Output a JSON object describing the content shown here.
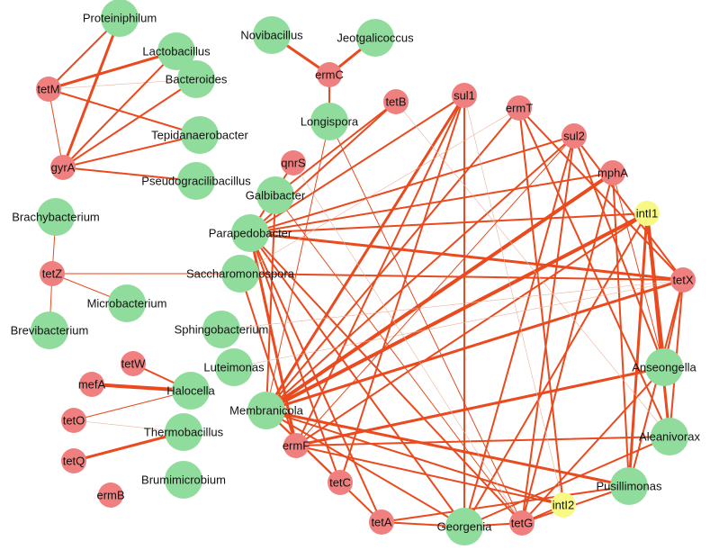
{
  "colors": {
    "arg_gene": "#f08080",
    "genus": "#90dc9c",
    "integron": "#f8f884",
    "edge_strong": "#ea4a1e",
    "edge_weak": "#e8b4a0"
  },
  "nodes": [
    {
      "id": "proteiniphilum",
      "label": "Proteiniphilum",
      "kind": "genus"
    },
    {
      "id": "lactobacillus",
      "label": "Lactobacillus",
      "kind": "genus"
    },
    {
      "id": "bacteroides",
      "label": "Bacteroides",
      "kind": "genus"
    },
    {
      "id": "tetm",
      "label": "tetM",
      "kind": "arg_gene"
    },
    {
      "id": "tepidanaerobacter",
      "label": "Tepidanaerobacter",
      "kind": "genus"
    },
    {
      "id": "gyra",
      "label": "gyrA",
      "kind": "arg_gene"
    },
    {
      "id": "pseudogracilibacillus",
      "label": "Pseudogracilibacillus",
      "kind": "genus"
    },
    {
      "id": "novibacillus",
      "label": "Novibacillus",
      "kind": "genus"
    },
    {
      "id": "jeotgalicoccus",
      "label": "Jeotgalicoccus",
      "kind": "genus"
    },
    {
      "id": "ermc",
      "label": "ermC",
      "kind": "arg_gene"
    },
    {
      "id": "brachybacterium",
      "label": "Brachybacterium",
      "kind": "genus"
    },
    {
      "id": "tetz",
      "label": "tetZ",
      "kind": "arg_gene"
    },
    {
      "id": "microbacterium",
      "label": "Microbacterium",
      "kind": "genus"
    },
    {
      "id": "brevibacterium",
      "label": "Brevibacterium",
      "kind": "genus"
    },
    {
      "id": "tetw",
      "label": "tetW",
      "kind": "arg_gene"
    },
    {
      "id": "mefa",
      "label": "mefA",
      "kind": "arg_gene"
    },
    {
      "id": "halocella",
      "label": "Halocella",
      "kind": "genus"
    },
    {
      "id": "teto",
      "label": "tetO",
      "kind": "arg_gene"
    },
    {
      "id": "thermobacillus",
      "label": "Thermobacillus",
      "kind": "genus"
    },
    {
      "id": "tetq",
      "label": "tetQ",
      "kind": "arg_gene"
    },
    {
      "id": "ermb",
      "label": "ermB",
      "kind": "arg_gene"
    },
    {
      "id": "brumimicrobium",
      "label": "Brumimicrobium",
      "kind": "genus"
    },
    {
      "id": "tetb",
      "label": "tetB",
      "kind": "arg_gene"
    },
    {
      "id": "sul1",
      "label": "sul1",
      "kind": "arg_gene"
    },
    {
      "id": "ermt",
      "label": "ermT",
      "kind": "arg_gene"
    },
    {
      "id": "sul2",
      "label": "sul2",
      "kind": "arg_gene"
    },
    {
      "id": "longispora",
      "label": "Longispora",
      "kind": "genus"
    },
    {
      "id": "qnrs",
      "label": "qnrS",
      "kind": "arg_gene"
    },
    {
      "id": "mpha",
      "label": "mphA",
      "kind": "arg_gene"
    },
    {
      "id": "galbibacter",
      "label": "Galbibacter",
      "kind": "genus"
    },
    {
      "id": "intl1",
      "label": "intI1",
      "kind": "integron"
    },
    {
      "id": "parapedobacter",
      "label": "Parapedobacter",
      "kind": "genus"
    },
    {
      "id": "saccharomonospora",
      "label": "Saccharomonospora",
      "kind": "genus"
    },
    {
      "id": "tetx",
      "label": "tetX",
      "kind": "arg_gene"
    },
    {
      "id": "sphingobacterium",
      "label": "Sphingobacterium",
      "kind": "genus"
    },
    {
      "id": "anseongella",
      "label": "Anseongella",
      "kind": "genus"
    },
    {
      "id": "luteimonas",
      "label": "Luteimonas",
      "kind": "genus"
    },
    {
      "id": "membranicola",
      "label": "Membranicola",
      "kind": "genus"
    },
    {
      "id": "aleanivorax",
      "label": "Aleanivorax",
      "kind": "genus"
    },
    {
      "id": "ermf",
      "label": "ermF",
      "kind": "arg_gene"
    },
    {
      "id": "pusillimonas",
      "label": "Pusillimonas",
      "kind": "genus"
    },
    {
      "id": "tetc",
      "label": "tetC",
      "kind": "arg_gene"
    },
    {
      "id": "intl2",
      "label": "intI2",
      "kind": "integron"
    },
    {
      "id": "teta",
      "label": "tetA",
      "kind": "arg_gene"
    },
    {
      "id": "georgenia",
      "label": "Georgenia",
      "kind": "genus"
    },
    {
      "id": "tetg",
      "label": "tetG",
      "kind": "arg_gene"
    }
  ],
  "edges": [
    {
      "source": "tetm",
      "target": "proteiniphilum",
      "weight": 2
    },
    {
      "source": "tetm",
      "target": "lactobacillus",
      "weight": 3
    },
    {
      "source": "tetm",
      "target": "tepidanaerobacter",
      "weight": 2
    },
    {
      "source": "tetm",
      "target": "bacteroides",
      "weight": 0.5
    },
    {
      "source": "gyra",
      "target": "proteiniphilum",
      "weight": 3
    },
    {
      "source": "gyra",
      "target": "lactobacillus",
      "weight": 2
    },
    {
      "source": "gyra",
      "target": "bacteroides",
      "weight": 2
    },
    {
      "source": "gyra",
      "target": "tepidanaerobacter",
      "weight": 2
    },
    {
      "source": "gyra",
      "target": "pseudogracilibacillus",
      "weight": 2
    },
    {
      "source": "gyra",
      "target": "tetm",
      "weight": 1
    },
    {
      "source": "ermc",
      "target": "novibacillus",
      "weight": 3
    },
    {
      "source": "ermc",
      "target": "jeotgalicoccus",
      "weight": 3
    },
    {
      "source": "ermc",
      "target": "longispora",
      "weight": 2
    },
    {
      "source": "tetz",
      "target": "brachybacterium",
      "weight": 1
    },
    {
      "source": "tetz",
      "target": "microbacterium",
      "weight": 1
    },
    {
      "source": "tetz",
      "target": "brevibacterium",
      "weight": 1
    },
    {
      "source": "tetz",
      "target": "saccharomonospora",
      "weight": 1
    },
    {
      "source": "mefa",
      "target": "halocella",
      "weight": 4
    },
    {
      "source": "tetw",
      "target": "halocella",
      "weight": 2
    },
    {
      "source": "teto",
      "target": "halocella",
      "weight": 1
    },
    {
      "source": "tetq",
      "target": "thermobacillus",
      "weight": 3
    },
    {
      "source": "teto",
      "target": "thermobacillus",
      "weight": 0.5
    },
    {
      "source": "tetb",
      "target": "galbibacter",
      "weight": 2
    },
    {
      "source": "tetb",
      "target": "parapedobacter",
      "weight": 2
    },
    {
      "source": "sul1",
      "target": "parapedobacter",
      "weight": 2
    },
    {
      "source": "sul1",
      "target": "membranicola",
      "weight": 3
    },
    {
      "source": "sul1",
      "target": "ermf",
      "weight": 2
    },
    {
      "source": "sul1",
      "target": "georgenia",
      "weight": 2
    },
    {
      "source": "sul1",
      "target": "tetc",
      "weight": 2
    },
    {
      "source": "ermt",
      "target": "membranicola",
      "weight": 2
    },
    {
      "source": "ermt",
      "target": "tetx",
      "weight": 2
    },
    {
      "source": "ermt",
      "target": "aleanivorax",
      "weight": 2
    },
    {
      "source": "ermt",
      "target": "intl2",
      "weight": 2
    },
    {
      "source": "sul2",
      "target": "parapedobacter",
      "weight": 2
    },
    {
      "source": "sul2",
      "target": "membranicola",
      "weight": 2
    },
    {
      "source": "sul2",
      "target": "tetx",
      "weight": 2
    },
    {
      "source": "sul2",
      "target": "anseongella",
      "weight": 2
    },
    {
      "source": "sul2",
      "target": "tetg",
      "weight": 2
    },
    {
      "source": "sul2",
      "target": "georgenia",
      "weight": 2
    },
    {
      "source": "mpha",
      "target": "parapedobacter",
      "weight": 2
    },
    {
      "source": "mpha",
      "target": "membranicola",
      "weight": 4
    },
    {
      "source": "mpha",
      "target": "pusillimonas",
      "weight": 2
    },
    {
      "source": "mpha",
      "target": "tetg",
      "weight": 2
    },
    {
      "source": "intl1",
      "target": "membranicola",
      "weight": 4
    },
    {
      "source": "intl1",
      "target": "anseongella",
      "weight": 4
    },
    {
      "source": "intl1",
      "target": "aleanivorax",
      "weight": 3
    },
    {
      "source": "intl1",
      "target": "pusillimonas",
      "weight": 3
    },
    {
      "source": "intl1",
      "target": "georgenia",
      "weight": 2
    },
    {
      "source": "intl1",
      "target": "ermf",
      "weight": 2
    },
    {
      "source": "intl1",
      "target": "parapedobacter",
      "weight": 2
    },
    {
      "source": "tetx",
      "target": "parapedobacter",
      "weight": 3
    },
    {
      "source": "tetx",
      "target": "membranicola",
      "weight": 3
    },
    {
      "source": "tetx",
      "target": "saccharomonospora",
      "weight": 2
    },
    {
      "source": "tetx",
      "target": "anseongella",
      "weight": 2
    },
    {
      "source": "tetx",
      "target": "pusillimonas",
      "weight": 2
    },
    {
      "source": "tetx",
      "target": "aleanivorax",
      "weight": 2
    },
    {
      "source": "anseongella",
      "target": "ermf",
      "weight": 3
    },
    {
      "source": "anseongella",
      "target": "tetg",
      "weight": 2
    },
    {
      "source": "aleanivorax",
      "target": "ermf",
      "weight": 2
    },
    {
      "source": "aleanivorax",
      "target": "georgenia",
      "weight": 2
    },
    {
      "source": "pusillimonas",
      "target": "membranicola",
      "weight": 3
    },
    {
      "source": "pusillimonas",
      "target": "tetg",
      "weight": 2
    },
    {
      "source": "pusillimonas",
      "target": "teta",
      "weight": 2
    },
    {
      "source": "intl2",
      "target": "membranicola",
      "weight": 2
    },
    {
      "source": "intl2",
      "target": "ermf",
      "weight": 2
    },
    {
      "source": "intl2",
      "target": "tetg",
      "weight": 2
    },
    {
      "source": "tetg",
      "target": "parapedobacter",
      "weight": 2
    },
    {
      "source": "tetg",
      "target": "galbibacter",
      "weight": 1
    },
    {
      "source": "tetg",
      "target": "georgenia",
      "weight": 2
    },
    {
      "source": "teta",
      "target": "parapedobacter",
      "weight": 2
    },
    {
      "source": "teta",
      "target": "membranicola",
      "weight": 2
    },
    {
      "source": "teta",
      "target": "georgenia",
      "weight": 2
    },
    {
      "source": "tetc",
      "target": "parapedobacter",
      "weight": 2
    },
    {
      "source": "tetc",
      "target": "membranicola",
      "weight": 2
    },
    {
      "source": "georgenia",
      "target": "parapedobacter",
      "weight": 2
    },
    {
      "source": "georgenia",
      "target": "membranicola",
      "weight": 2
    },
    {
      "source": "ermf",
      "target": "parapedobacter",
      "weight": 3
    },
    {
      "source": "ermf",
      "target": "saccharomonospora",
      "weight": 2
    },
    {
      "source": "longispora",
      "target": "membranicola",
      "weight": 1
    },
    {
      "source": "longispora",
      "target": "tetg",
      "weight": 1
    },
    {
      "source": "qnrs",
      "target": "parapedobacter",
      "weight": 2
    },
    {
      "source": "qnrs",
      "target": "tetg",
      "weight": 0.5
    },
    {
      "source": "galbibacter",
      "target": "membranicola",
      "weight": 2
    },
    {
      "source": "sphingobacterium",
      "target": "tetx",
      "weight": 0.5
    },
    {
      "source": "luteimonas",
      "target": "tetx",
      "weight": 0.5
    },
    {
      "source": "sul1",
      "target": "intl2",
      "weight": 0.5
    },
    {
      "source": "ermt",
      "target": "saccharomonospora",
      "weight": 0.5
    },
    {
      "source": "tetb",
      "target": "aleanivorax",
      "weight": 0.5
    },
    {
      "source": "sul2",
      "target": "ermf",
      "weight": 1
    },
    {
      "source": "mpha",
      "target": "anseongella",
      "weight": 1
    }
  ]
}
